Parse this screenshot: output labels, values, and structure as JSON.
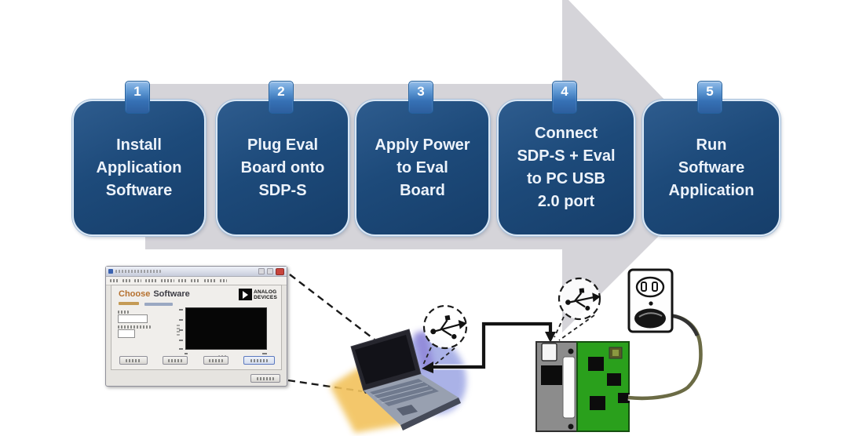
{
  "diagram": {
    "title_note": "SDP-S evaluation setup 5-step flow",
    "steps": [
      {
        "number": "1",
        "label": "Install\nApplication\nSoftware"
      },
      {
        "number": "2",
        "label": "Plug Eval\nBoard onto\nSDP-S"
      },
      {
        "number": "3",
        "label": "Apply Power\nto Eval\nBoard"
      },
      {
        "number": "4",
        "label": "Connect\nSDP-S + Eval\nto PC USB\n2.0 port"
      },
      {
        "number": "5",
        "label": "Run\nSoftware\nApplication"
      }
    ]
  },
  "software_window": {
    "heading": {
      "word1": "Choose",
      "word2": "Software"
    },
    "logo": {
      "line1": "ANALOG",
      "line2": "DEVICES"
    }
  },
  "icons": {
    "usb_symbol": "usb-trident",
    "power_outlet": "wall-outlet-with-plug",
    "computer": "laptop",
    "window_close": "red-x"
  },
  "colors": {
    "arrow_gray": "#d5d4d9",
    "box_blue": "#1d4a7a",
    "box_border": "#d9e7f5",
    "tab_blue": "#3671b5",
    "board_green": "#2aa01c",
    "board_gray": "#8c8c8c",
    "glow_yellow": "#f2c25c",
    "glow_blue": "#96a0e2",
    "cable_olive": "#6b6b45"
  }
}
